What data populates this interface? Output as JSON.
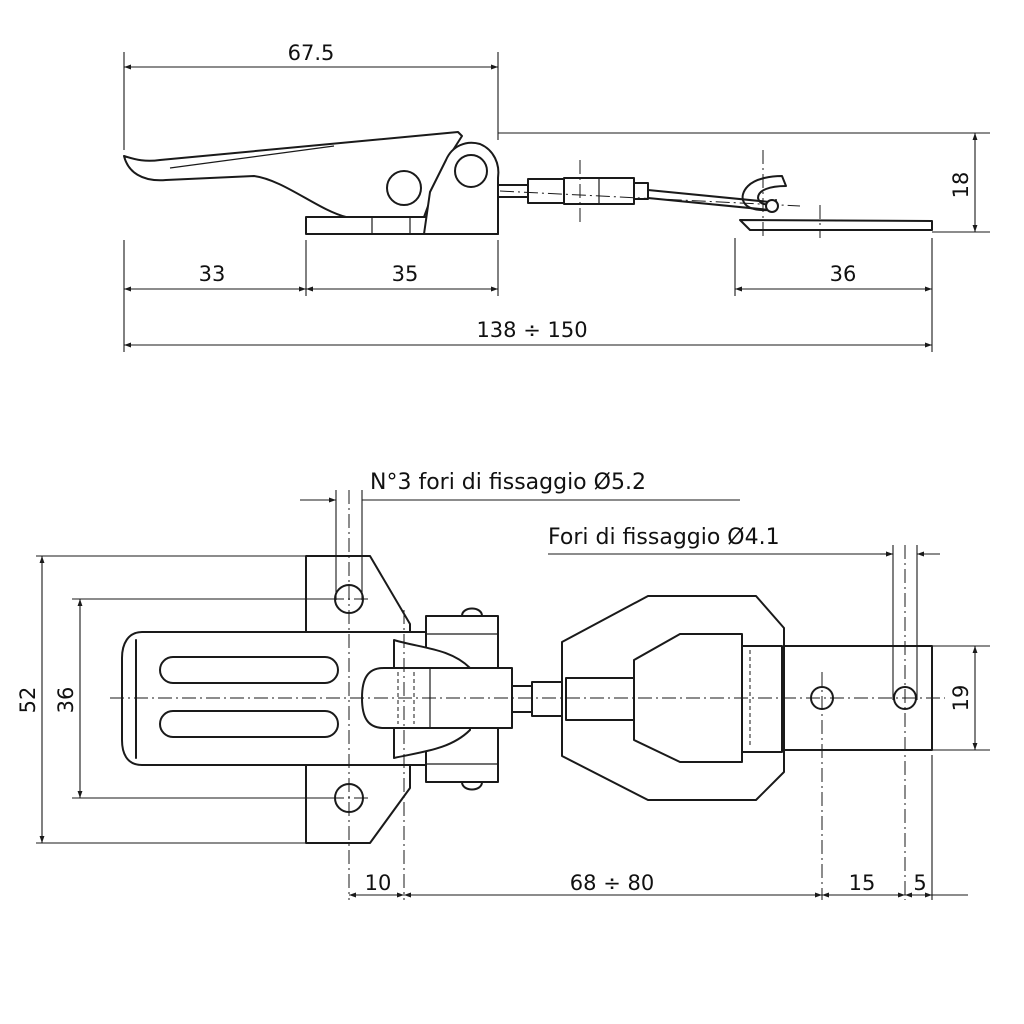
{
  "side_view": {
    "dim_overall_lever": "67.5",
    "dim_left": "33",
    "dim_base": "35",
    "dim_right": "36",
    "dim_total": "138 ÷ 150",
    "dim_height": "18"
  },
  "top_view": {
    "note_holes_main": "N°3 fori di fissaggio Ø5.2",
    "note_holes_hook": "Fori di fissaggio Ø4.1",
    "dim_width": "52",
    "dim_hole_spacing": "36",
    "dim_strike_width": "19",
    "dim_offset": "10",
    "dim_length": "68 ÷ 80",
    "dim_hole_pitch": "15",
    "dim_edge": "5"
  }
}
